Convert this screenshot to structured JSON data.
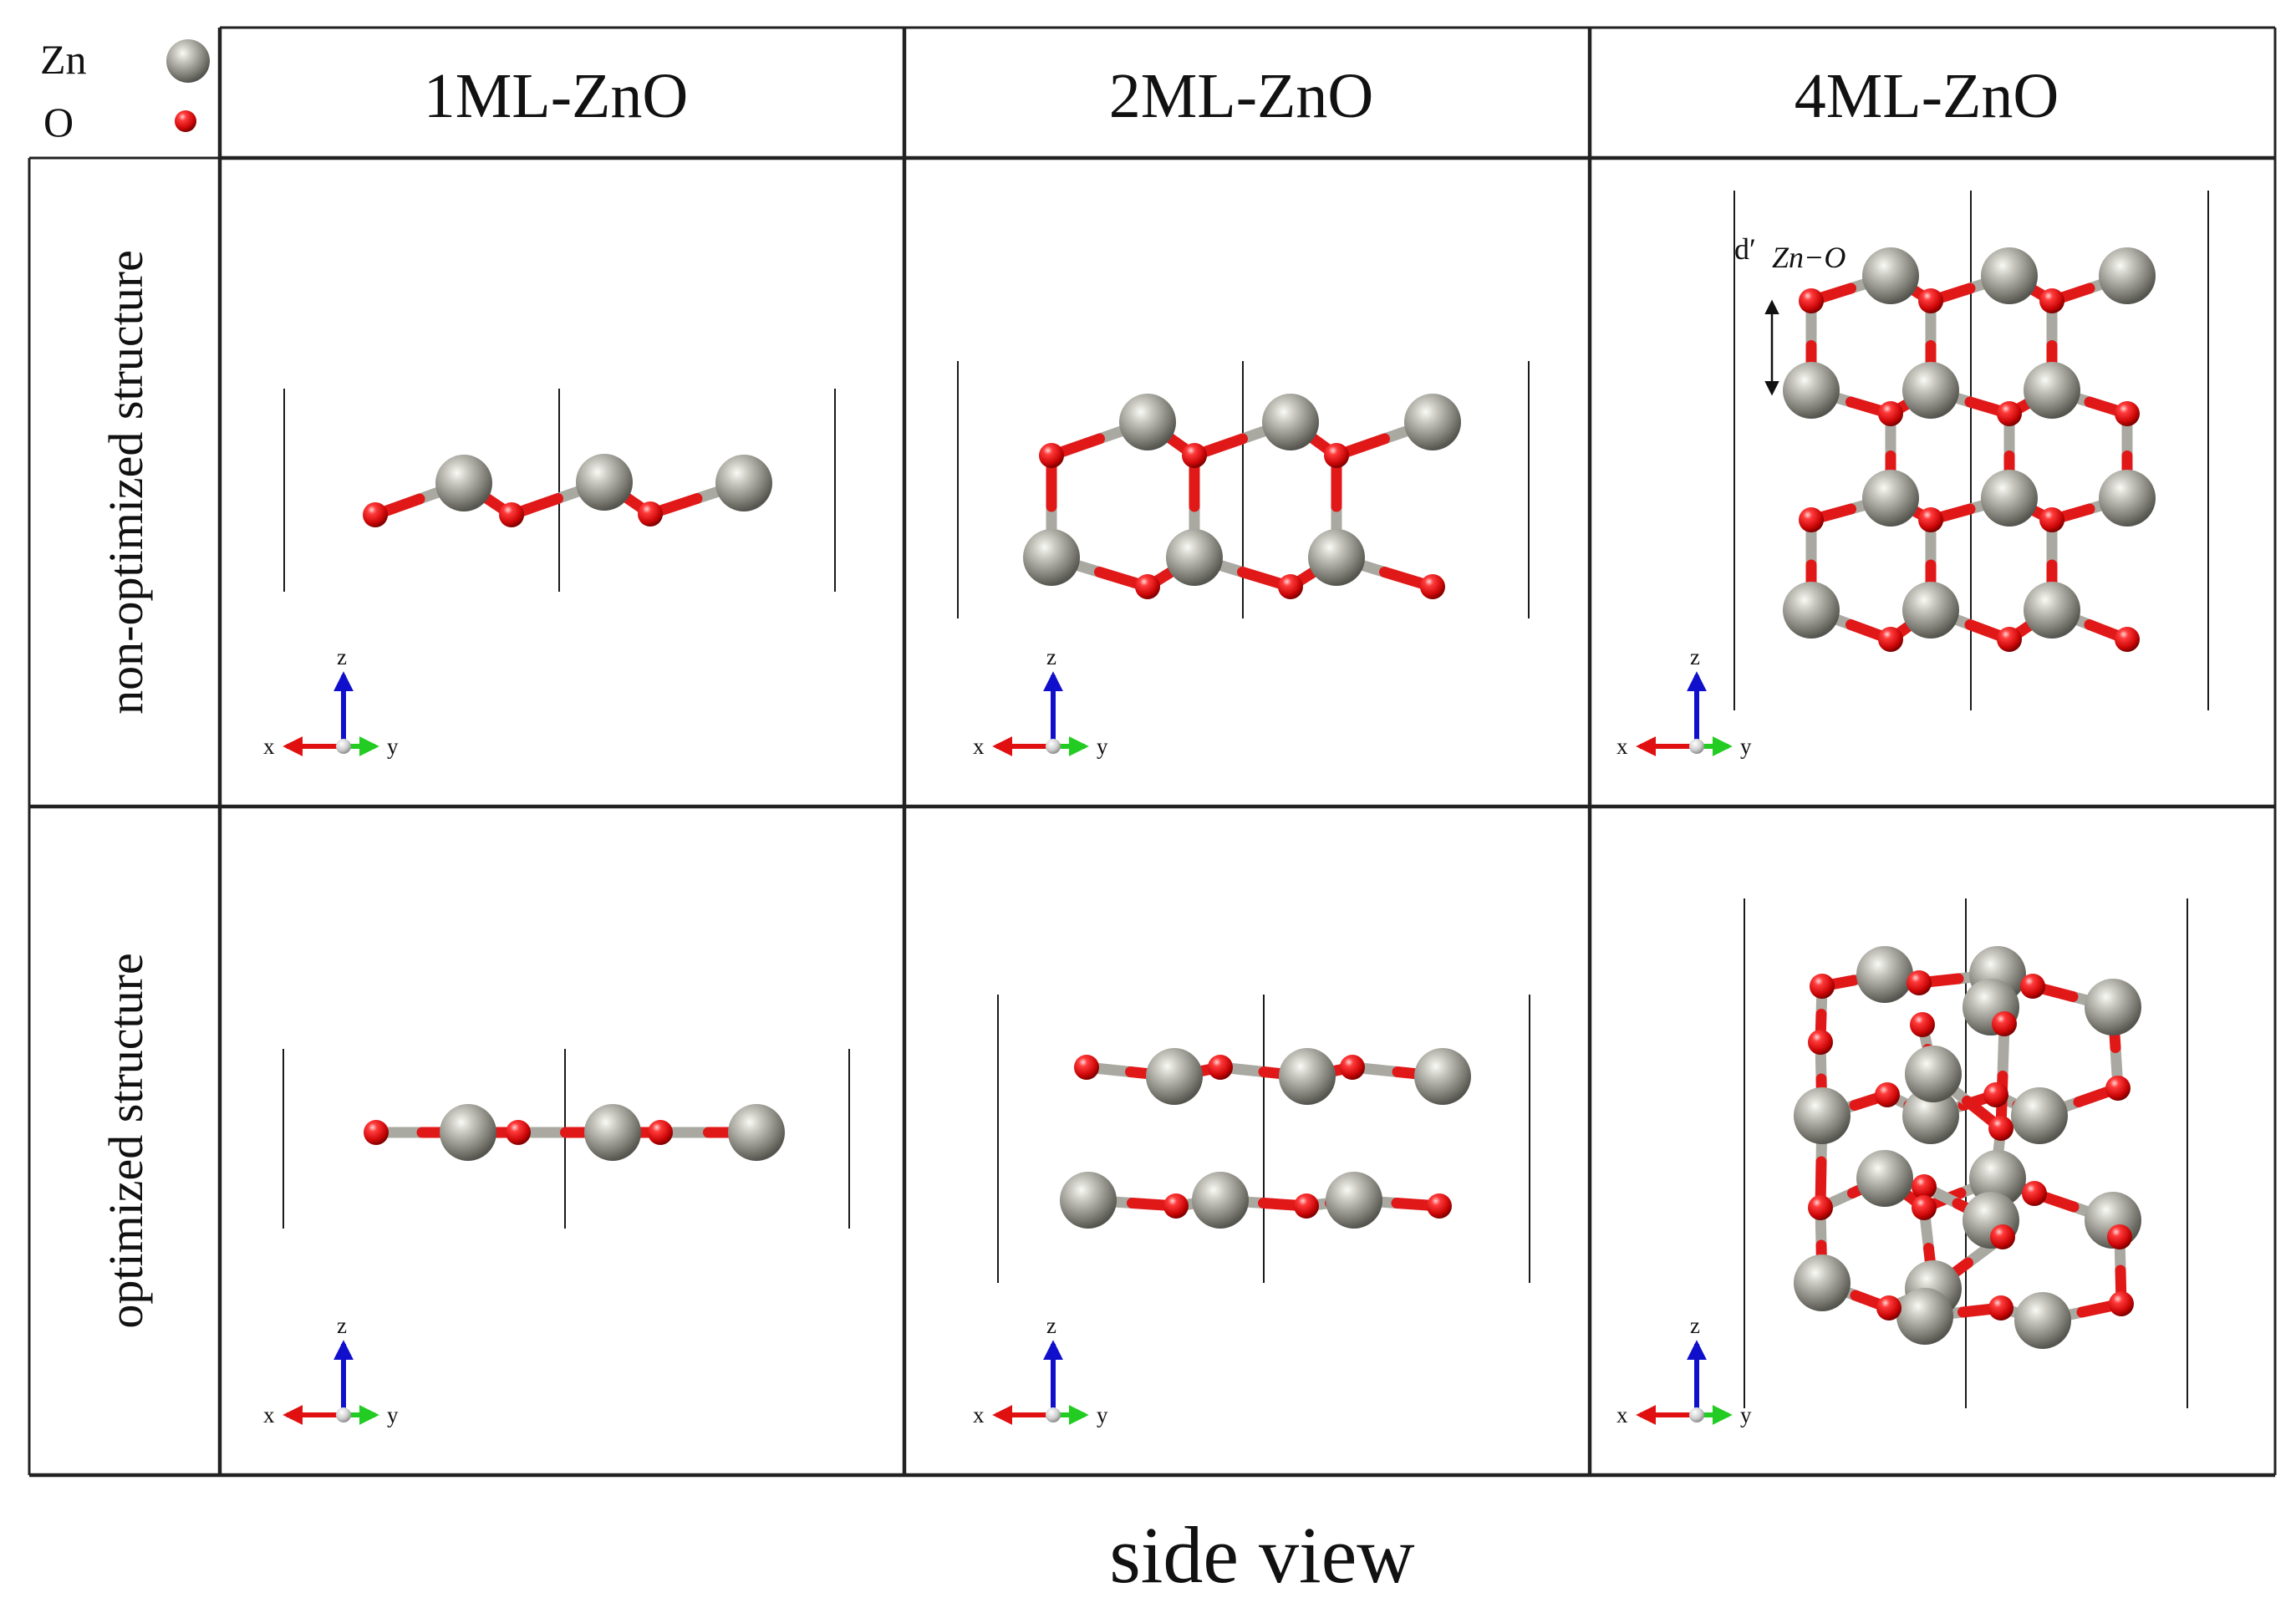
{
  "legend": {
    "zn_label": "Zn",
    "o_label": "O"
  },
  "headers": [
    "1ML-ZnO",
    "2ML-ZnO",
    "4ML-ZnO"
  ],
  "rows": [
    "non-optimized structure",
    "optimized structure"
  ],
  "caption": "side view",
  "axes": {
    "x": "x",
    "y": "y",
    "z": "z"
  },
  "distance_label": {
    "main": "d′",
    "sub": "Zn−O"
  },
  "colors": {
    "zn": "#8a8a80",
    "o": "#e81010",
    "axis_x": "#e01010",
    "axis_y": "#22cc22",
    "axis_z": "#1010cc",
    "bond_zn": "#a9a9a2",
    "bond_o": "#e01818"
  }
}
